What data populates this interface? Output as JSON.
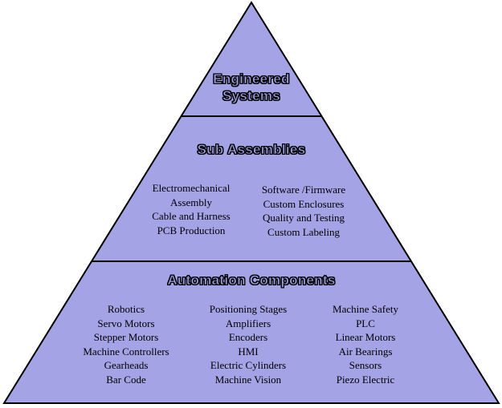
{
  "colors": {
    "fill": "#a3a3e6",
    "outline": "#000000",
    "title_fill": "#9f9fe0"
  },
  "tiers": {
    "top": {
      "title_line1": "Engineered",
      "title_line2": "Systems"
    },
    "middle": {
      "title": "Sub Assemblies",
      "left_items": [
        "Electromechanical",
        "Assembly",
        "Cable and Harness",
        "PCB Production"
      ],
      "right_items": [
        "Software /Firmware",
        "Custom Enclosures",
        "Quality  and Testing",
        "Custom Labeling"
      ]
    },
    "bottom": {
      "title": "Automation Components",
      "col1": [
        "Robotics",
        "Servo Motors",
        "Stepper Motors",
        "Machine Controllers",
        "Gearheads",
        "Bar Code"
      ],
      "col2": [
        "Positioning Stages",
        "Amplifiers",
        "Encoders",
        "HMI",
        "Electric  Cylinders",
        "Machine Vision"
      ],
      "col3": [
        "Machine Safety",
        "PLC",
        "Linear Motors",
        "Air Bearings",
        "Sensors",
        "Piezo Electric"
      ]
    }
  }
}
